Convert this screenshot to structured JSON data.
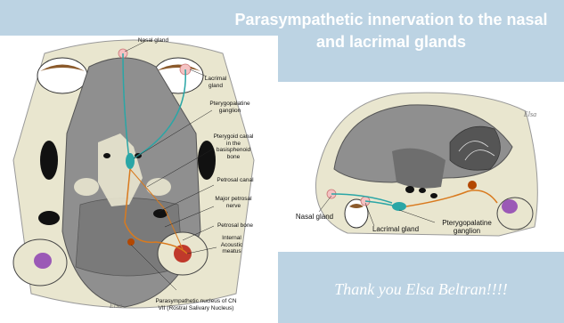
{
  "title": "Parasympathetic innervation to the nasal and lacrimal glands",
  "thanks": "Thank you Elsa Beltran!!!!",
  "left_diagram": {
    "labels": {
      "nasal_gland": "Nasal gland",
      "lacrimal_gland": "Lacrimal gland",
      "pterygopalatine_ganglion": "Pterygopalatine ganglion",
      "pterygoid_canal": "Pterygoid canal in the basisphenoid bone",
      "petrosal_canal": "Petrosal canal",
      "major_petrosal_nerve": "Major petrosal nerve",
      "petrosal_bone": "Petrosal bone",
      "internal_acoustic_meatus": "Internal Acoustic meatus",
      "parasympathetic_nucleus": "Parasympathetic nucleus of CN VII (Rostral Salivary Nucleus)"
    },
    "signature": "Elsa"
  },
  "right_diagram": {
    "labels": {
      "nasal_gland": "Nasal gland",
      "lacrimal_gland": "Lacrimal gland",
      "pterygopalatine_ganglion": "Pterygopalatine ganglion"
    },
    "signature": "Elsa"
  },
  "colors": {
    "band": "#bcd3e3",
    "bone": "#e9e6cf",
    "brain": "#8f8f8f",
    "nerve_teal": "#2aa6a6",
    "nerve_orange": "#d97a1e"
  }
}
